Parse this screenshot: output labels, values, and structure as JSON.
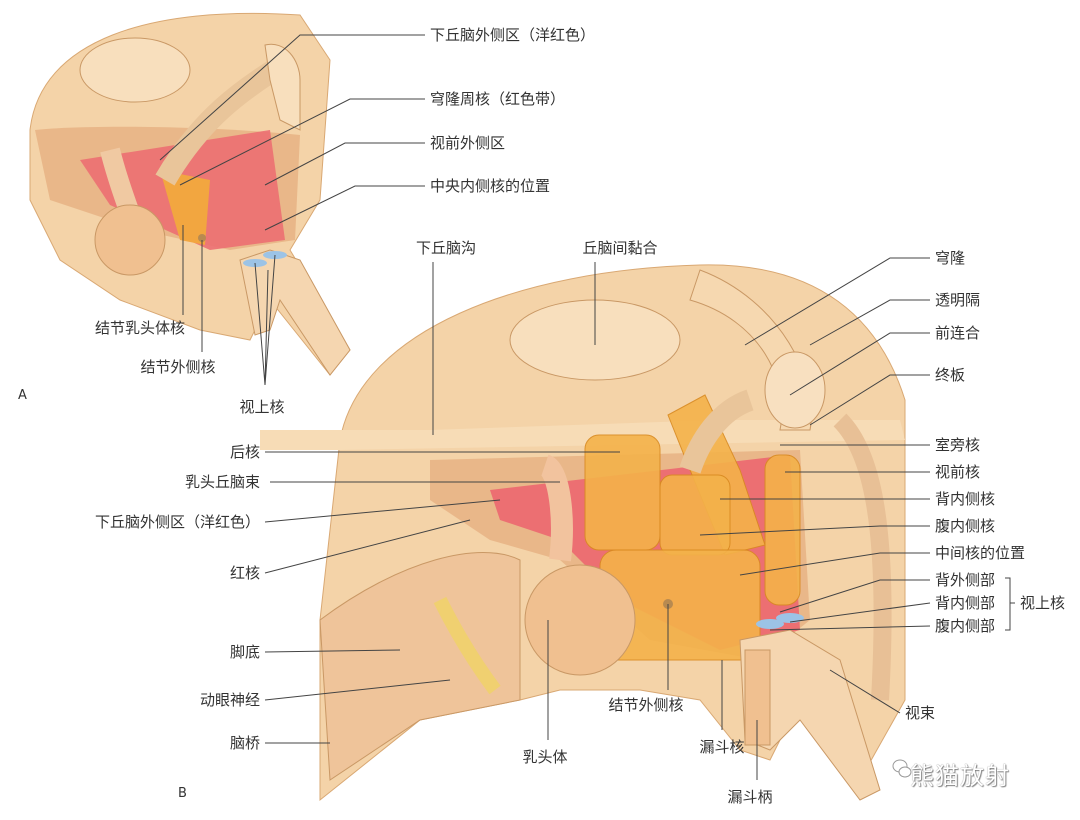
{
  "panel_a": {
    "letter": "A",
    "labels": {
      "lateral_hypothalamic": "下丘脑外侧区（洋红色）",
      "perifornical": "穹隆周核（红色带）",
      "lateral_preoptic": "视前外侧区",
      "central_medial": "中央内侧核的位置",
      "tuberomammillary": "结节乳头体核",
      "lateral_tuberal": "结节外侧核",
      "supraoptic": "视上核"
    }
  },
  "panel_b": {
    "letter": "B",
    "labels": {
      "hypothalamic_sulcus": "下丘脑沟",
      "interthalamic_adhesion": "丘脑间黏合",
      "fornix": "穹隆",
      "septum_pellucidum": "透明隔",
      "anterior_commissure": "前连合",
      "lamina_terminalis": "终板",
      "paraventricular": "室旁核",
      "preoptic": "视前核",
      "dorsomedial": "背内侧核",
      "ventromedial": "腹内侧核",
      "intermediate": "中间核的位置",
      "dorsolateral_part": "背外侧部",
      "dorsomedial_part": "背内侧部",
      "ventromedial_part": "腹内侧部",
      "supraoptic": "视上核",
      "optic_tract": "视束",
      "posterior": "后核",
      "mammillothalamic": "乳头丘脑束",
      "lateral_hypothalamic": "下丘脑外侧区（洋红色）",
      "red_nucleus": "红核",
      "crus_cerebri": "脚底",
      "oculomotor": "动眼神经",
      "pons": "脑桥",
      "lateral_tuberal": "结节外侧核",
      "mammillary_body": "乳头体",
      "infundibular_nucleus": "漏斗核",
      "infundibular_stalk": "漏斗柄"
    }
  },
  "watermark": "熊猫放射",
  "colors": {
    "tissue": "#f2cfa2",
    "tissue_dark": "#e2b07a",
    "magenta": "#ec6f72",
    "orange": "#f2a640",
    "blue": "#9cc3e6"
  }
}
